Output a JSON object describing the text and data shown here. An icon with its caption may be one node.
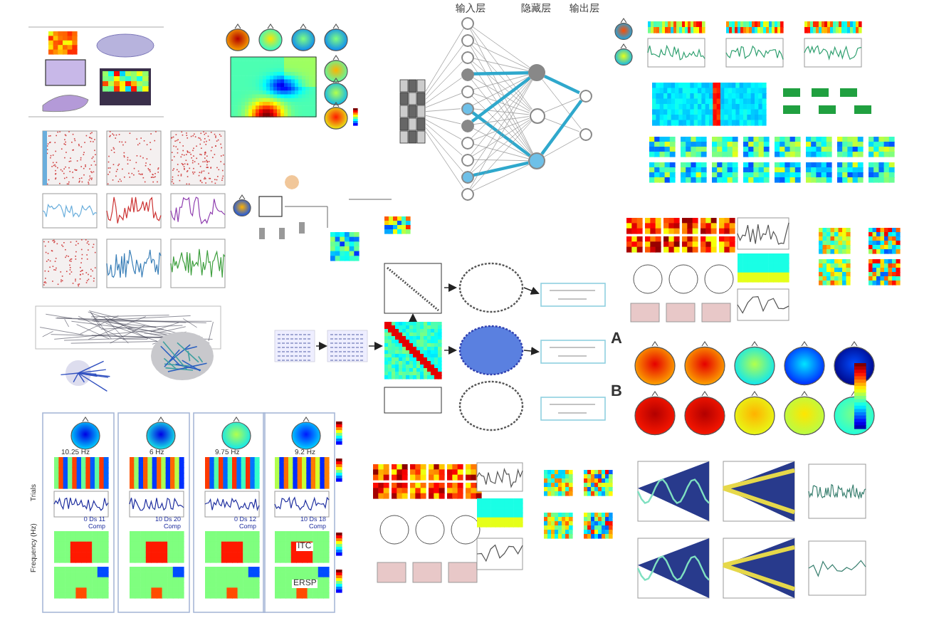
{
  "diagram": {
    "nodes": [
      {
        "text": [],
        "shape": "circle"
      },
      {
        "text": [],
        "shape": "circle"
      },
      {
        "text": [],
        "shape": "circle"
      },
      {
        "text": [],
        "shape": "circle"
      },
      {
        "text": [],
        "shape": "circle"
      },
      {
        "text": [],
        "shape": "circle"
      },
      {
        "text": [],
        "shape": "circle"
      },
      {
        "text": [],
        "shape": "circle"
      },
      {
        "text": [],
        "shape": "circle"
      },
      {
        "text": [],
        "shape": "circle"
      },
      {
        "text": [],
        "shape": "circle"
      },
      {
        "text": [],
        "shape": "circle"
      },
      {
        "text": [],
        "shape": "circle"
      },
      {
        "text": [],
        "shape": "circle"
      },
      {
        "text": [],
        "shape": "circle"
      },
      {
        "text": [],
        "shape": "circle"
      },
      {
        "text": [],
        "shape": "picture"
      }
    ],
    "edges": [
      {
        "from": 16,
        "to": 0,
        "arrow": "none"
      },
      {
        "from": 16,
        "to": 1,
        "arrow": "none"
      },
      {
        "from": 16,
        "to": 2,
        "arrow": "none"
      },
      {
        "from": 16,
        "to": 3,
        "arrow": "none"
      },
      {
        "from": 16,
        "to": 4,
        "arrow": "none"
      },
      {
        "from": 16,
        "to": 5,
        "arrow": "none"
      },
      {
        "from": 16,
        "to": 6,
        "arrow": "none"
      },
      {
        "from": 16,
        "to": 7,
        "arrow": "none"
      },
      {
        "from": 16,
        "to": 8,
        "arrow": "none"
      },
      {
        "from": 16,
        "to": 9,
        "arrow": "none"
      },
      {
        "from": 16,
        "to": 10,
        "arrow": "none"
      },
      {
        "from": 0,
        "to": 11,
        "arrow": "none"
      },
      {
        "from": 0,
        "to": 12,
        "arrow": "none"
      },
      {
        "from": 0,
        "to": 13,
        "arrow": "none"
      },
      {
        "from": 1,
        "to": 11,
        "arrow": "none"
      },
      {
        "from": 1,
        "to": 12,
        "arrow": "none"
      },
      {
        "from": 1,
        "to": 13,
        "arrow": "none"
      },
      {
        "from": 2,
        "to": 11,
        "arrow": "none"
      },
      {
        "from": 2,
        "to": 12,
        "arrow": "none"
      },
      {
        "from": 2,
        "to": 13,
        "arrow": "none"
      },
      {
        "from": 3,
        "to": 11,
        "arrow": "none",
        "style": "thick",
        "color": "#2fa8cc"
      },
      {
        "from": 3,
        "to": 12,
        "arrow": "none"
      },
      {
        "from": 3,
        "to": 13,
        "arrow": "none"
      },
      {
        "from": 4,
        "to": 11,
        "arrow": "none"
      },
      {
        "from": 4,
        "to": 12,
        "arrow": "none"
      },
      {
        "from": 4,
        "to": 13,
        "arrow": "none"
      },
      {
        "from": 5,
        "to": 11,
        "arrow": "none"
      },
      {
        "from": 5,
        "to": 12,
        "arrow": "none"
      },
      {
        "from": 5,
        "to": 13,
        "arrow": "none",
        "style": "thick",
        "color": "#2fa8cc"
      },
      {
        "from": 6,
        "to": 11,
        "arrow": "none",
        "style": "thick",
        "color": "#2fa8cc"
      },
      {
        "from": 6,
        "to": 12,
        "arrow": "none"
      },
      {
        "from": 6,
        "to": 13,
        "arrow": "none"
      },
      {
        "from": 7,
        "to": 11,
        "arrow": "none"
      },
      {
        "from": 7,
        "to": 12,
        "arrow": "none"
      },
      {
        "from": 7,
        "to": 13,
        "arrow": "none"
      },
      {
        "from": 8,
        "to": 11,
        "arrow": "none"
      },
      {
        "from": 8,
        "to": 12,
        "arrow": "none"
      },
      {
        "from": 8,
        "to": 13,
        "arrow": "none"
      },
      {
        "from": 9,
        "to": 11,
        "arrow": "none"
      },
      {
        "from": 9,
        "to": 12,
        "arrow": "none"
      },
      {
        "from": 9,
        "to": 13,
        "arrow": "none",
        "style": "thick",
        "color": "#2fa8cc"
      },
      {
        "from": 10,
        "to": 11,
        "arrow": "none"
      },
      {
        "from": 10,
        "to": 12,
        "arrow": "none"
      },
      {
        "from": 10,
        "to": 13,
        "arrow": "none"
      },
      {
        "from": 11,
        "to": 14,
        "arrow": "none",
        "style": "thick",
        "color": "#2fa8cc"
      },
      {
        "from": 11,
        "to": 15,
        "arrow": "none"
      },
      {
        "from": 12,
        "to": 14,
        "arrow": "none"
      },
      {
        "from": 12,
        "to": 15,
        "arrow": "none"
      },
      {
        "from": 13,
        "to": 14,
        "arrow": "none",
        "style": "thick",
        "color": "#2fa8cc"
      },
      {
        "from": 13,
        "to": 15,
        "arrow": "none"
      }
    ],
    "labels": [
      "输入层",
      "隐藏层",
      "输出层",
      "A",
      "B",
      "ITC",
      "ERSP",
      "10.25 Hz",
      "6 Hz",
      "9.75 Hz",
      "9.2 Hz",
      "Trials",
      "Frequency (Hz)",
      "0 Ds 11 Comp",
      "10 Ds 20 Comp",
      "0 Ds 12 Comp",
      "10 Ds 18 Comp"
    ]
  }
}
